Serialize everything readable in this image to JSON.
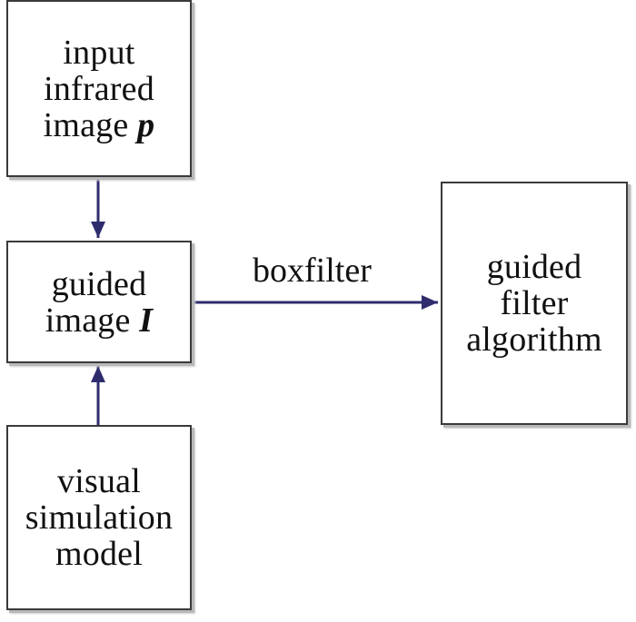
{
  "nodes": {
    "input": {
      "line1": "input",
      "line2": "infrared",
      "line3_text": "image ",
      "line3_symbol": "p"
    },
    "guided": {
      "line1": "guided",
      "line2_text": "image ",
      "line2_symbol": "I"
    },
    "visual": {
      "line1": "visual",
      "line2": "simulation",
      "line3": "model"
    },
    "filter": {
      "line1": "guided",
      "line2": "filter",
      "line3": "algorithm"
    }
  },
  "edges": {
    "guided_to_filter_label": "boxfilter"
  },
  "colors": {
    "arrow": "#2f2c6e",
    "border": "#3a3a3a"
  }
}
